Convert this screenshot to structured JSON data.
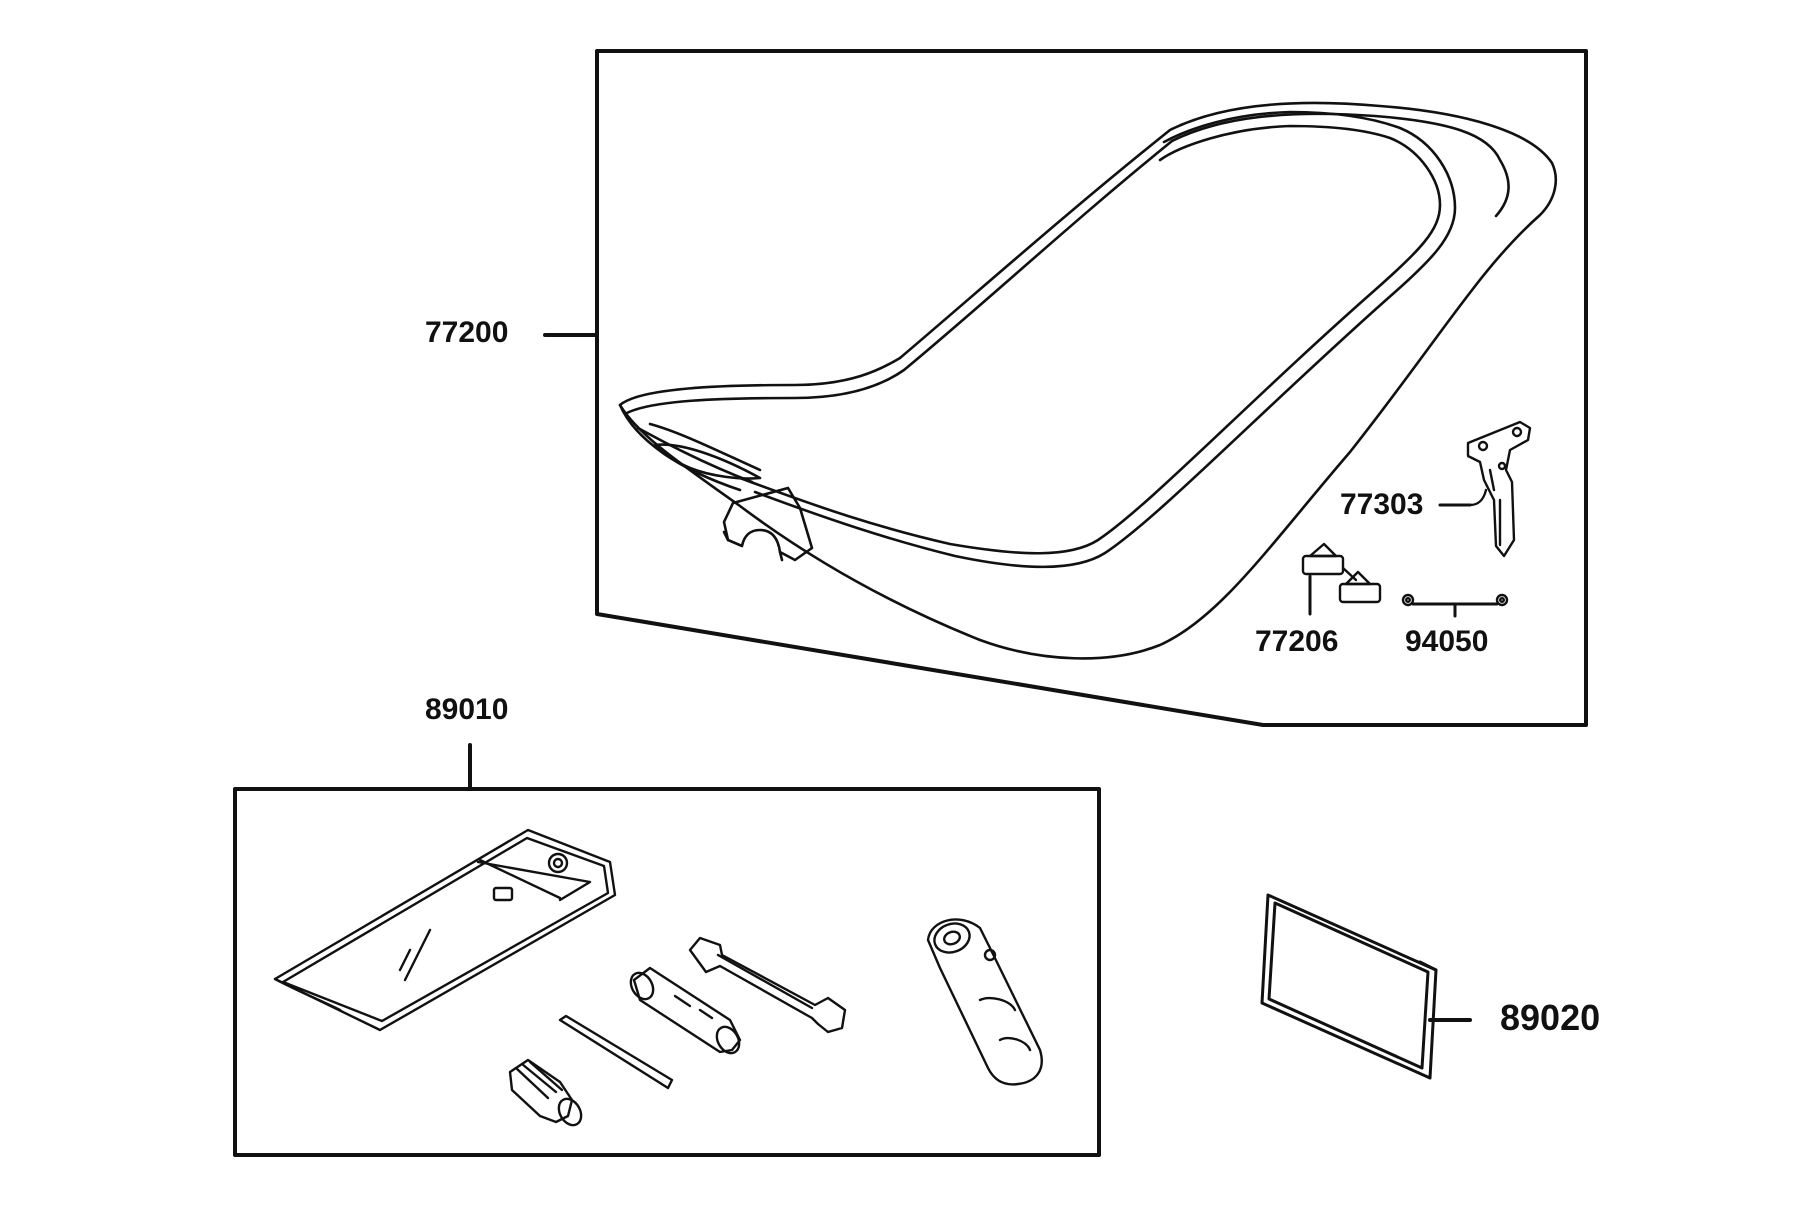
{
  "diagram": {
    "line_color": "#111111",
    "background": "#ffffff",
    "parts": {
      "seat_assembly": {
        "number": "77200",
        "component": "seat"
      },
      "seat_hinge_bracket": {
        "number": "77303",
        "component": "bracket"
      },
      "seat_bumper": {
        "number": "77206",
        "component": "rubber-bumper"
      },
      "seat_bolt": {
        "number": "94050",
        "component": "bolt"
      },
      "tool_kit": {
        "number": "89010",
        "component": "tool-kit"
      },
      "owners_manual": {
        "number": "89020",
        "component": "manual"
      }
    }
  }
}
